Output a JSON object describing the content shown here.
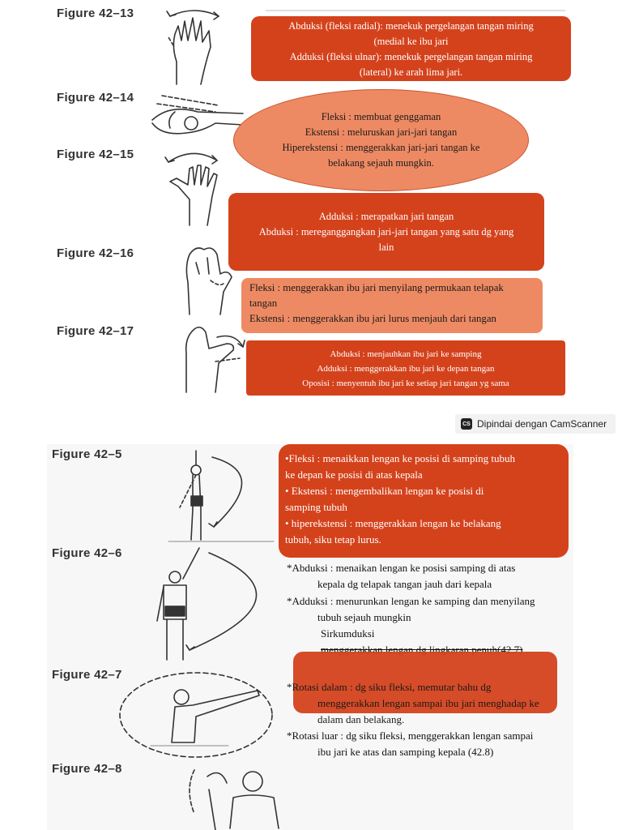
{
  "page1": {
    "figures": [
      "Figure 42–13",
      "Figure 42–14",
      "Figure 42–15",
      "Figure 42–16",
      "Figure 42–17"
    ],
    "box_13": [
      "Abduksi (fleksi radial): menekuk pergelangan tangan miring",
      "(medial ke ibu jari",
      "Adduksi (fleksi ulnar): menekuk pergelangan tangan miring",
      "(lateral) ke arah lima jari."
    ],
    "box_14": [
      "Fleksi : membuat genggaman",
      "Ekstensi : meluruskan jari-jari tangan",
      "Hiperekstensi : menggerakkan jari-jari tangan ke",
      "belakang sejauh mungkin."
    ],
    "box_15": [
      "Adduksi : merapatkan jari tangan",
      "Abduksi : mereganggangkan jari-jari tangan yang satu dg yang",
      "lain"
    ],
    "box_16": [
      "Fleksi : menggerakkan ibu jari menyilang permukaan telapak",
      "tangan",
      "Ekstensi : menggerakkan ibu jari lurus menjauh dari tangan"
    ],
    "box_17": [
      "Abduksi : menjauhkan ibu jari ke samping",
      "Adduksi : menggerakkan ibu jari ke depan tangan",
      "Oposisi : menyentuh ibu jari ke setiap jari tangan yg sama"
    ]
  },
  "scanner": {
    "logo": "CS",
    "label": "Dipindai dengan CamScanner"
  },
  "page2": {
    "figures": [
      "Figure 42–5",
      "Figure 42–6",
      "Figure 42–7",
      "Figure 42–8"
    ],
    "box_5": [
      "•Fleksi : menaikkan lengan ke posisi di samping tubuh",
      "ke depan ke posisi di atas kepala",
      "• Ekstensi : mengembalikan lengan ke posisi di",
      "samping tubuh",
      "• hiperekstensi : menggerakkan lengan ke belakang",
      "tubuh, siku tetap lurus."
    ],
    "abduksi": [
      "*Abduksi : menaikan lengan ke posisi samping di atas",
      "kepala dg telapak tangan jauh dari kepala"
    ],
    "adduksi": [
      "*Adduksi : menurunkan lengan ke samping dan menyilang",
      "tubuh sejauh mungkin"
    ],
    "sirkumduksi": [
      "Sirkumduksi",
      "menggerakkan lengan dg lingkaran penuh(42.7)"
    ],
    "rotasi_dalam": [
      "*Rotasi dalam : dg siku fleksi, memutar bahu dg",
      "menggerakkan lengan sampai ibu jari menghadap ke",
      "dalam dan belakang."
    ],
    "rotasi_luar": [
      "*Rotasi luar : dg siku fleksi, menggerakkan lengan sampai",
      "ibu jari ke atas dan samping kepala (42.8)"
    ]
  },
  "colors": {
    "dark_box": "#d4421c",
    "light_box": "#ee8a63"
  }
}
